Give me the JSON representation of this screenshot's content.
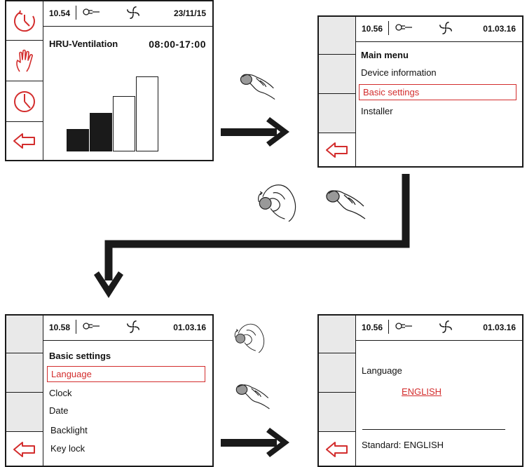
{
  "screen1": {
    "time": "10.54",
    "date": "23/11/15",
    "title": "HRU-Ventilation",
    "schedule": "08:00-17:00",
    "bar_levels": [
      1,
      1,
      0,
      0
    ],
    "side_icons": [
      "clock-auto-icon",
      "hand-manual-icon",
      "clock-icon",
      "back-arrow-icon"
    ]
  },
  "screen2": {
    "time": "10.56",
    "date": "01.03.16",
    "menu_title": "Main menu",
    "items": [
      "Device information",
      "Basic settings",
      "Installer"
    ],
    "selected_index": 1
  },
  "screen3": {
    "time": "10.58",
    "date": "01.03.16",
    "menu_title": "Basic settings",
    "items": [
      "Language",
      "Clock",
      "Date",
      "Backlight",
      "Key lock"
    ],
    "selected_index": 0
  },
  "screen4": {
    "time": "10.56",
    "date": "01.03.16",
    "label": "Language",
    "value": "ENGLISH",
    "standard": "Standard: ENGLISH"
  },
  "icons": {
    "back": "back-arrow-icon",
    "fan": "fan-icon",
    "mode": "ventilation-mode-icon",
    "gestures": [
      "press-knob-icon",
      "rotate-knob-icon"
    ]
  },
  "colors": {
    "accent": "#d32d2d",
    "line": "#1a1a1a",
    "side_fill": "#e9e9e9"
  }
}
